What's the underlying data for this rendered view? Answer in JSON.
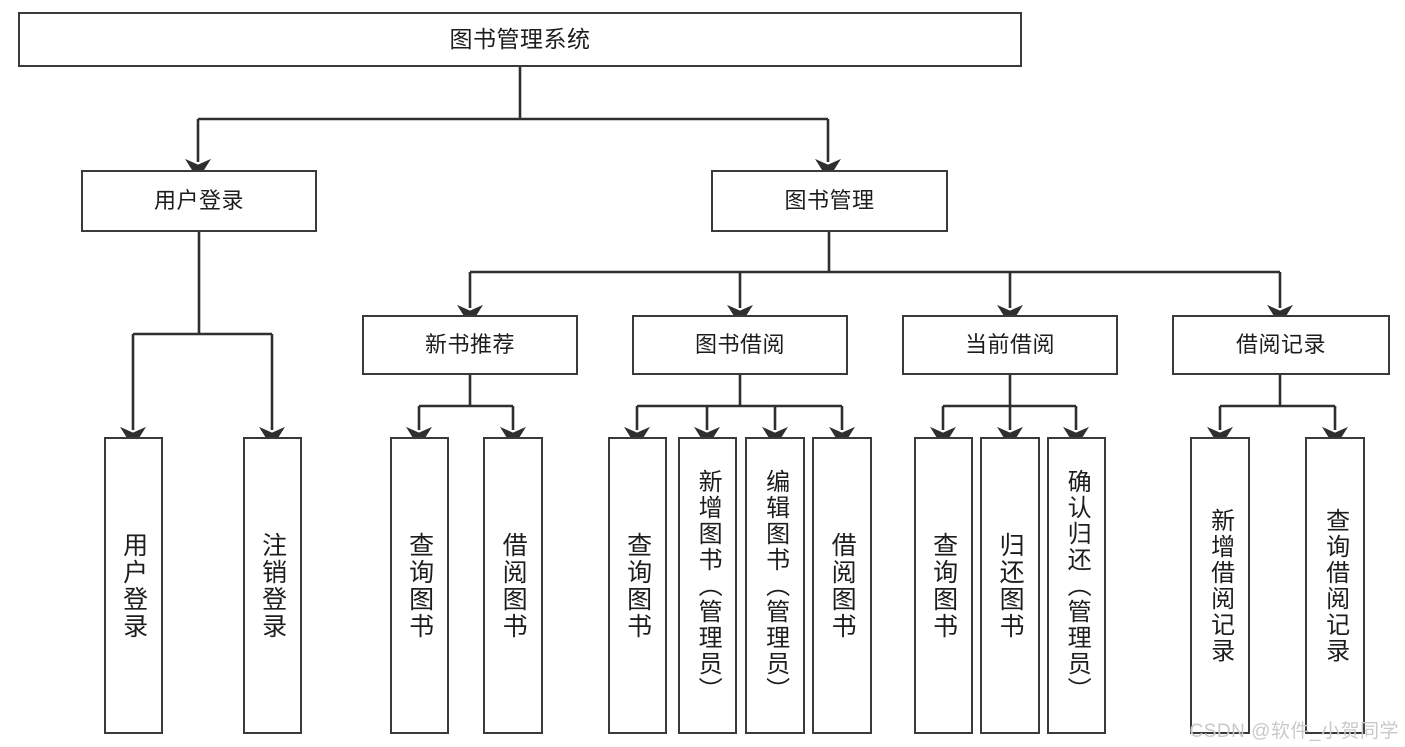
{
  "diagram": {
    "type": "tree",
    "title": "图书管理系统",
    "watermark": "CSDN @软件_小贺同学",
    "colors": {
      "box_border": "#3a3a3a",
      "box_fill": "#ffffff",
      "line": "#2f2f2f",
      "watermark": "#c9c9c9"
    },
    "levels": {
      "root": {
        "label": "图书管理系统"
      },
      "level2": [
        {
          "label": "用户登录"
        },
        {
          "label": "图书管理"
        }
      ],
      "level3": [
        {
          "label": "新书推荐"
        },
        {
          "label": "图书借阅"
        },
        {
          "label": "当前借阅"
        },
        {
          "label": "借阅记录"
        }
      ],
      "leaves": {
        "user_login": [
          {
            "label": "用户登录"
          },
          {
            "label": "注销登录"
          }
        ],
        "new_book_recommend": [
          {
            "label": "查询图书"
          },
          {
            "label": "借阅图书"
          }
        ],
        "book_borrow": [
          {
            "label": "查询图书"
          },
          {
            "label": "新增图书（管理员）"
          },
          {
            "label": "编辑图书（管理员）"
          },
          {
            "label": "借阅图书"
          }
        ],
        "current_borrow": [
          {
            "label": "查询图书"
          },
          {
            "label": "归还图书"
          },
          {
            "label": "确认归还（管理员）"
          }
        ],
        "borrow_record": [
          {
            "label": "新增借阅记录"
          },
          {
            "label": "查询借阅记录"
          }
        ]
      }
    }
  }
}
